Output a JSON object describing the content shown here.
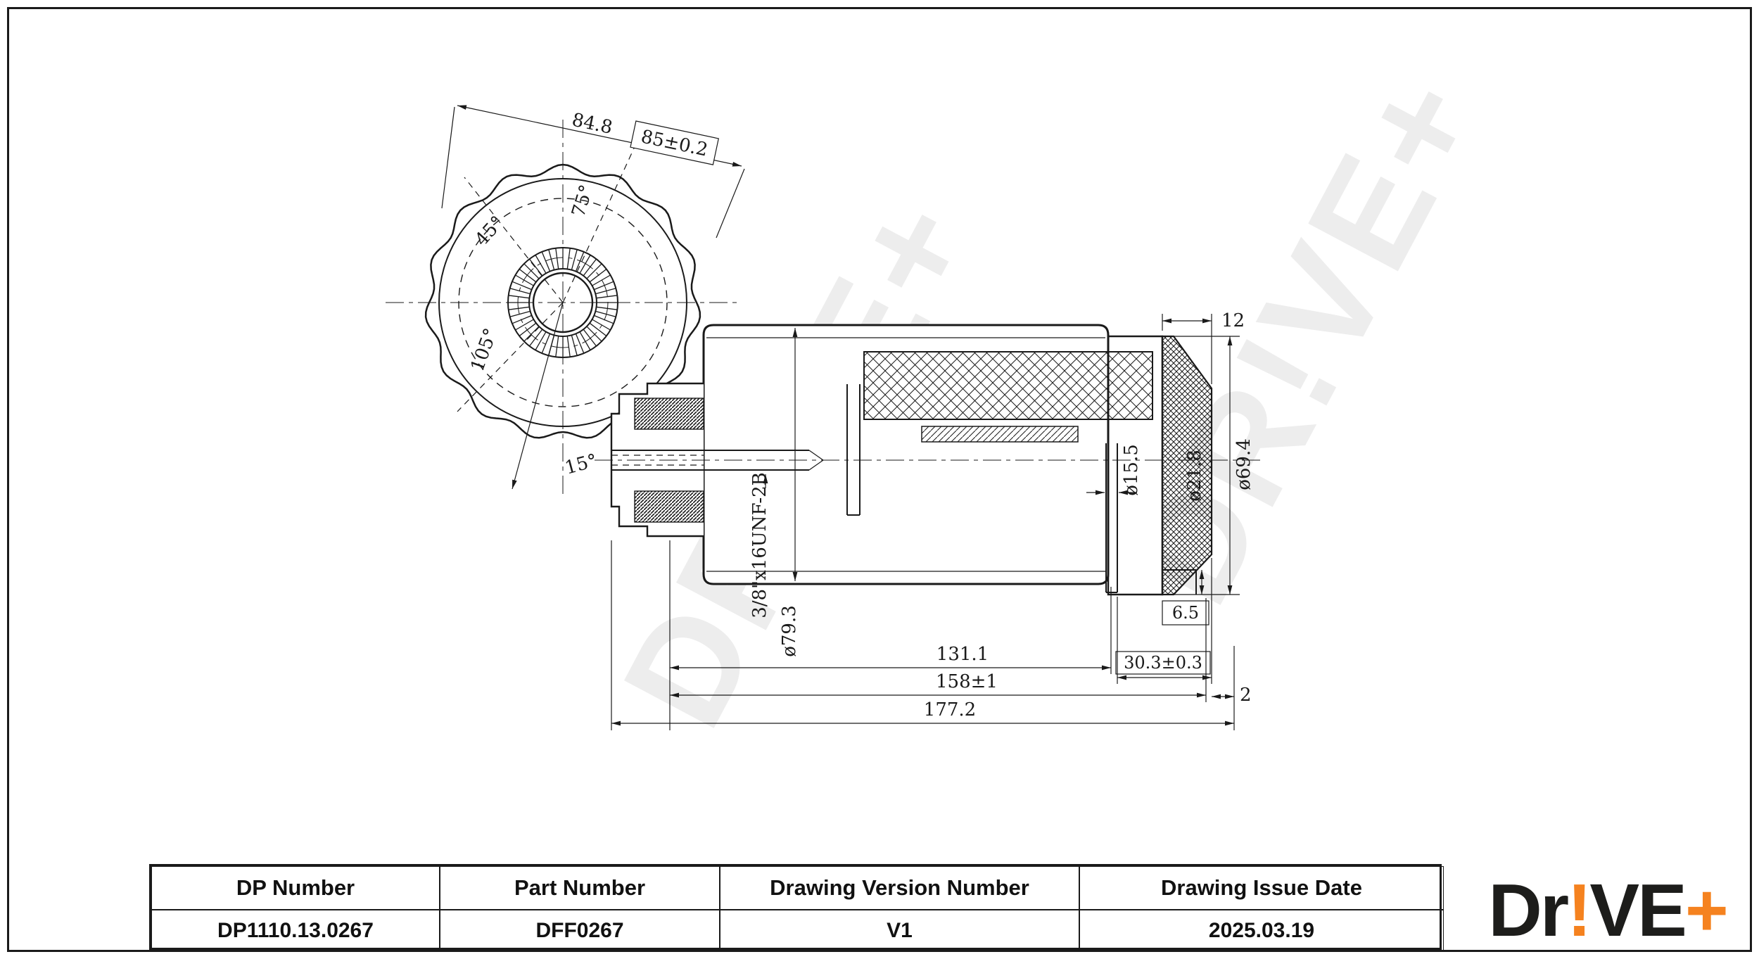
{
  "colors": {
    "accent": "#F5821F",
    "ink": "#1a1a1a",
    "watermark": "rgba(26,26,26,0.08)"
  },
  "watermark_text": "DR!VE+",
  "front_view": {
    "dim_across": "84.8",
    "dim_boxed": "85±0.2",
    "angle_75": "75°",
    "angle_45": "45°",
    "angle_105": "105°",
    "angle_15": "15°"
  },
  "side_view": {
    "thread_spec": "3/8\"x16UNF-2B",
    "dim_12": "12",
    "dia_69_4": "ø69.4",
    "dia_21_8": "ø21.8",
    "dia_15_5": "ø15.5",
    "dia_79_3": "ø79.3",
    "dim_6_5": "6.5",
    "dim_30_3": "30.3±0.3",
    "dim_2": "2",
    "dim_131_1": "131.1",
    "dim_158": "158±1",
    "dim_177_2": "177.2"
  },
  "info_table": {
    "headers": [
      "DP Number",
      "Part Number",
      "Drawing Version Number",
      "Drawing Issue Date"
    ],
    "values": [
      "DP1110.13.0267",
      "DFF0267",
      "V1",
      "2025.03.19"
    ]
  },
  "logo": {
    "seg1": "Dr",
    "seg2": "!",
    "seg3": "VE",
    "seg4": "+"
  }
}
